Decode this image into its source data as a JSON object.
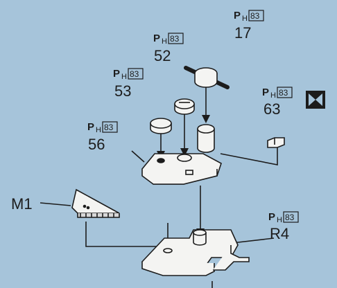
{
  "background_color": "#a6c4da",
  "line_color": "#1c1c1c",
  "parts": [
    {
      "id": "17",
      "paint_code": "P",
      "paint_sub": "H",
      "paint_number": "83"
    },
    {
      "id": "52",
      "paint_code": "P",
      "paint_sub": "H",
      "paint_number": "83"
    },
    {
      "id": "53",
      "paint_code": "P",
      "paint_sub": "H",
      "paint_number": "83"
    },
    {
      "id": "56",
      "paint_code": "P",
      "paint_sub": "H",
      "paint_number": "83"
    },
    {
      "id": "63",
      "paint_code": "P",
      "paint_sub": "H",
      "paint_number": "83",
      "icon": "mirror-pair-icon"
    },
    {
      "id": "R4",
      "paint_code": "P",
      "paint_sub": "H",
      "paint_number": "83"
    }
  ],
  "decal_label": "M1"
}
